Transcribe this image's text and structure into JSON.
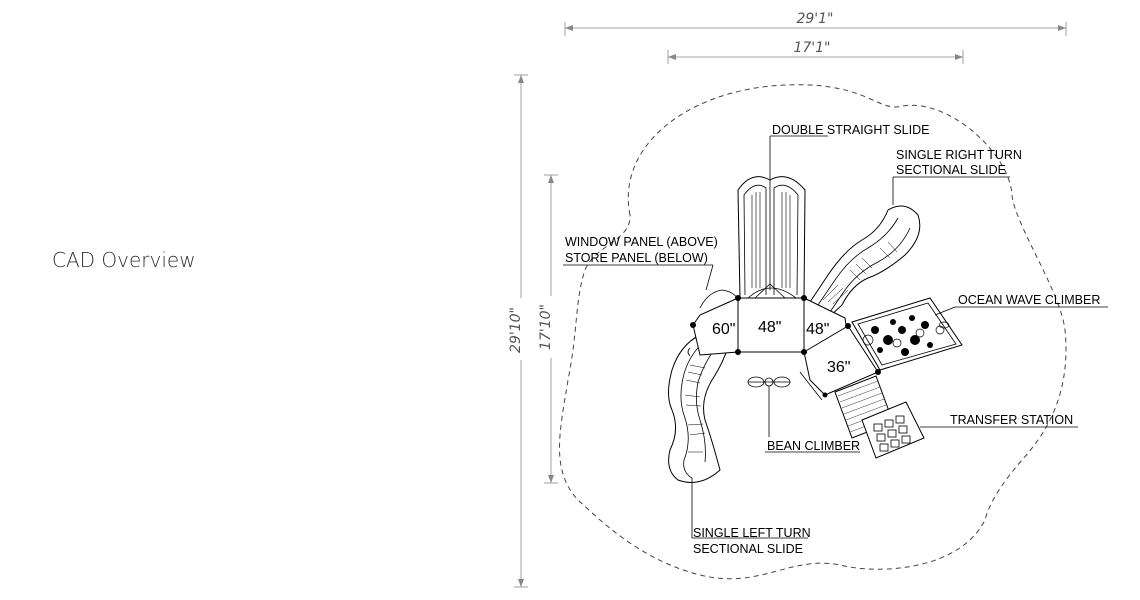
{
  "page_title": "CAD Overview",
  "dimensions": {
    "overall_width": "29'1\"",
    "inner_width": "17'1\"",
    "overall_depth": "29'10\"",
    "inner_depth": "17'10\""
  },
  "decks": {
    "deck_60": "60\"",
    "deck_48a": "48\"",
    "deck_48b": "48\"",
    "deck_36": "36\""
  },
  "callouts": {
    "double_slide": "DOUBLE STRAIGHT SLIDE",
    "right_turn_1": "SINGLE RIGHT TURN",
    "right_turn_2": "SECTIONAL SLIDE",
    "window_panel": "WINDOW PANEL (ABOVE)",
    "store_panel": "STORE PANEL (BELOW)",
    "ocean_wave": "OCEAN WAVE CLIMBER",
    "transfer": "TRANSFER STATION",
    "bean": "BEAN CLIMBER",
    "left_turn_1": "SINGLE LEFT TURN",
    "left_turn_2": "SECTIONAL SLIDE"
  }
}
